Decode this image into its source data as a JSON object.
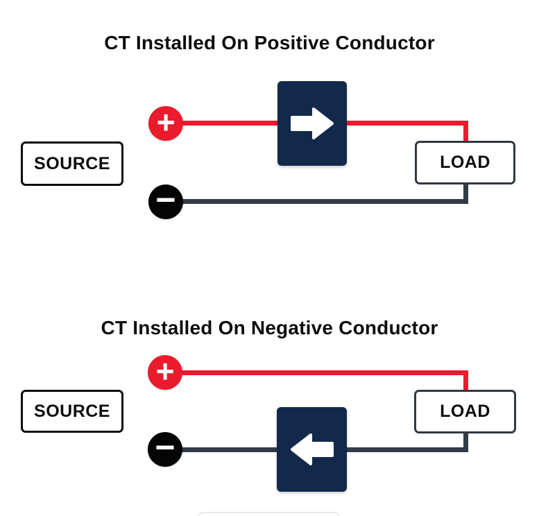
{
  "colors": {
    "red": "#EA1B2C",
    "navy": "#13294B",
    "dark": "#333B46",
    "border_black": "#0D0D0D",
    "load_border": "#2F3842",
    "text": "#0D0D0D",
    "faint_border": "#E9E9E9",
    "bg": "#FFFFFF"
  },
  "diagrams": [
    {
      "title": "CT Installed On Positive Conductor",
      "source_label": "SOURCE",
      "load_label": "LOAD",
      "positive_symbol": "+",
      "negative_symbol": "−",
      "ct_conductor": "positive",
      "ct_arrow_direction": "right"
    },
    {
      "title": "CT Installed On Negative Conductor",
      "source_label": "SOURCE",
      "load_label": "LOAD",
      "positive_symbol": "+",
      "negative_symbol": "−",
      "ct_conductor": "negative",
      "ct_arrow_direction": "left"
    }
  ]
}
